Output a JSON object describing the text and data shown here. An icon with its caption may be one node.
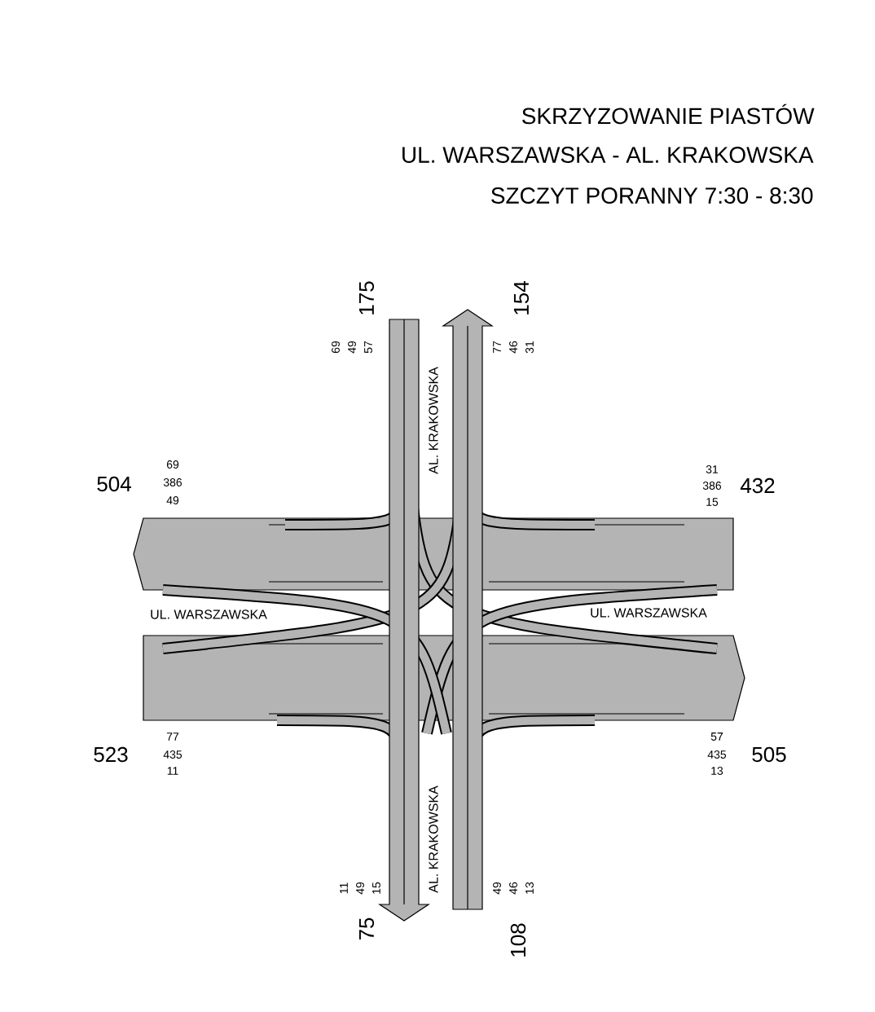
{
  "diagram": {
    "title": "SKRZYZOWANIE PIASTÓW",
    "labels": [
      "UL. WARSZAWSKA - AL. KRAKOWSKA",
      "SZCZYT PORANNY 7:30 - 8:30",
      "175",
      "69",
      "49",
      "57",
      "154",
      "77",
      "46",
      "31",
      "AL. KRAKOWSKA",
      "504",
      "69",
      "386",
      "49",
      "31",
      "386",
      "15",
      "432",
      "UL. WARSZAWSKA",
      "UL. WARSZAWSKA",
      "77",
      "435",
      "11",
      "523",
      "57",
      "435",
      "13",
      "505",
      "11",
      "49",
      "15",
      "AL. KRAKOWSKA",
      "49",
      "46",
      "13",
      "75",
      "108"
    ]
  }
}
